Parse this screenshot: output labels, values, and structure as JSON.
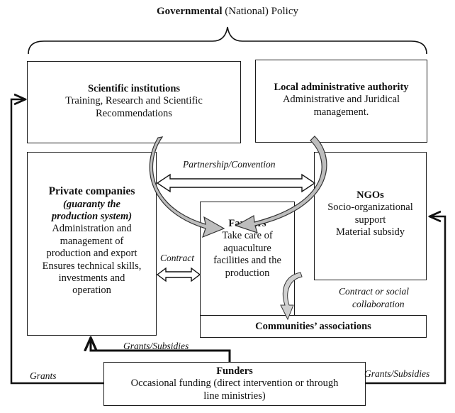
{
  "policy": {
    "bold": "Governmental",
    "rest": " (National) Policy"
  },
  "scientific": {
    "title": "Scientific institutions",
    "line1": "Training, Research and Scientific",
    "line2": "Recommendations"
  },
  "local": {
    "title": "Local administrative authority",
    "line1": "Administrative and Juridical",
    "line2": "management."
  },
  "private": {
    "title": "Private companies",
    "sub1": "(guaranty the",
    "sub2": "production system)",
    "lines": [
      "Administration and",
      "management of",
      "production and export",
      "Ensures technical skills,",
      "investments and",
      "operation"
    ]
  },
  "farmers": {
    "title": "Farmers",
    "lines": [
      "Take care of",
      "aquaculture",
      "facilities and the",
      "production"
    ]
  },
  "ngos": {
    "title": "NGOs",
    "lines": [
      "Socio-organizational",
      "support",
      "Material subsidy"
    ]
  },
  "communities": {
    "title": "Communities’ associations"
  },
  "funders": {
    "title": "Funders",
    "line1": "Occasional funding (direct intervention or through",
    "line2": "line ministries)"
  },
  "labels": {
    "partnership": "Partnership/Convention",
    "contract": "Contract",
    "contract_social_1": "Contract or social",
    "contract_social_2": "collaboration",
    "grants_subsidies_top": "Grants/Subsidies",
    "grants_left": "Grants",
    "grants_subsidies_right": "Grants/Subsidies"
  }
}
